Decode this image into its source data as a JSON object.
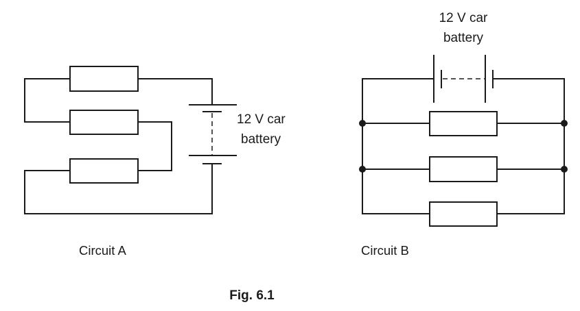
{
  "figure": {
    "caption": "Fig. 6.1",
    "circuits": [
      {
        "id": "A",
        "label": "Circuit A",
        "arrangement": "series",
        "resistor_count": 3,
        "battery": {
          "label_line1": "12 V car",
          "label_line2": "battery",
          "voltage": "12 V"
        }
      },
      {
        "id": "B",
        "label": "Circuit B",
        "arrangement": "parallel",
        "resistor_count": 3,
        "junction_count": 4,
        "battery": {
          "label_line1": "12 V car",
          "label_line2": "battery",
          "voltage": "12 V"
        }
      }
    ]
  }
}
